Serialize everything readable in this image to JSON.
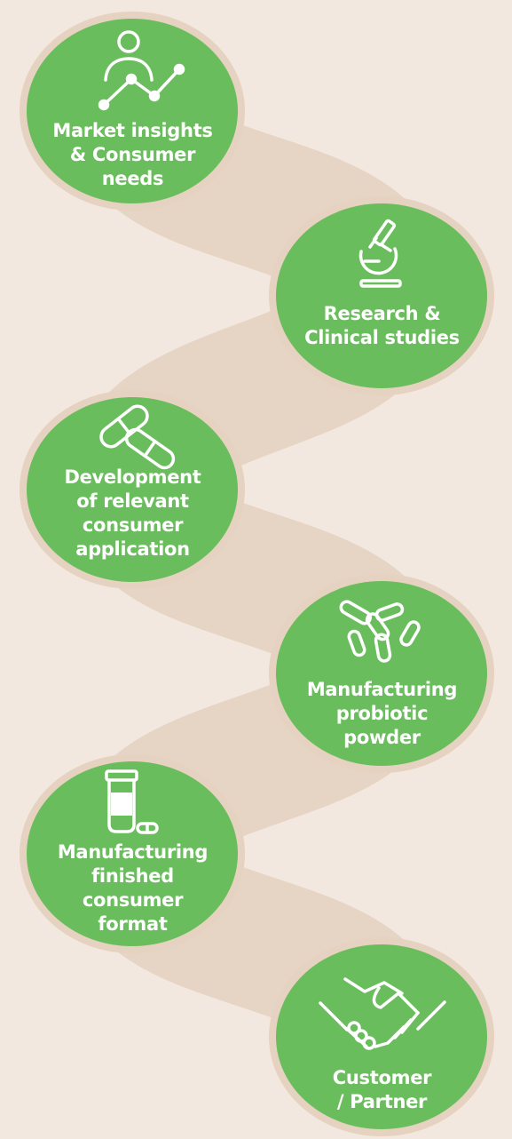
{
  "colors": {
    "background": "#f2e8df",
    "connector": "#e6d4c4",
    "halo": "#e6d2c0",
    "node_fill": "#6abd5c",
    "text": "#ffffff"
  },
  "steps": [
    {
      "icon": "person-growth-chart-icon",
      "lines": [
        "Market insights",
        "& Consumer",
        "needs"
      ]
    },
    {
      "icon": "microscope-icon",
      "lines": [
        "Research &",
        "Clinical studies"
      ]
    },
    {
      "icon": "capsule-pills-icon",
      "lines": [
        "Development",
        "of relevant",
        "consumer",
        "application"
      ]
    },
    {
      "icon": "probiotic-bacteria-icon",
      "lines": [
        "Manufacturing",
        "probiotic",
        "powder"
      ]
    },
    {
      "icon": "supplement-bottle-icon",
      "lines": [
        "Manufacturing",
        "finished",
        "consumer",
        "format"
      ]
    },
    {
      "icon": "handshake-icon",
      "lines": [
        "Customer",
        "/ Partner"
      ]
    }
  ]
}
